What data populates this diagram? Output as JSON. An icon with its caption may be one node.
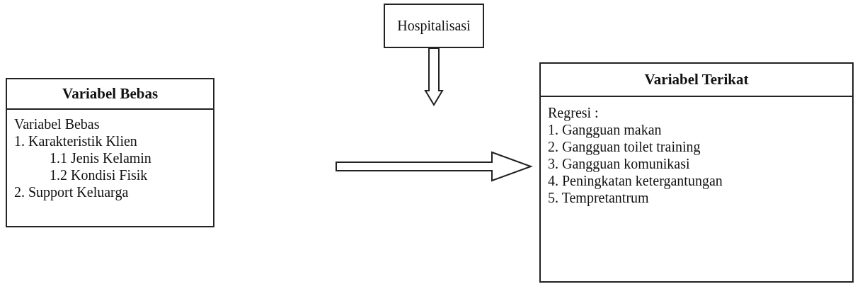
{
  "diagram": {
    "nodes": [
      {
        "text": [
          "Hospitalisasi"
        ]
      },
      {
        "text": [
          "Variabel Bebas",
          "Variabel Bebas",
          "1. Karakteristik Klien",
          "1.1 Jenis Kelamin",
          "1.2 Kondisi Fisik",
          "2. Support Keluarga"
        ]
      },
      {
        "text": [
          "Variabel Terikat",
          "Regresi :",
          "1. Gangguan makan",
          "2. Gangguan toilet training",
          "3. Gangguan komunikasi",
          "4. Peningkatan ketergantungan",
          "5. Tempretantrum"
        ]
      }
    ],
    "edges": [
      {
        "from": 0,
        "to": null,
        "arrow": "to"
      },
      {
        "from": 1,
        "to": 2,
        "arrow": "to"
      }
    ]
  }
}
